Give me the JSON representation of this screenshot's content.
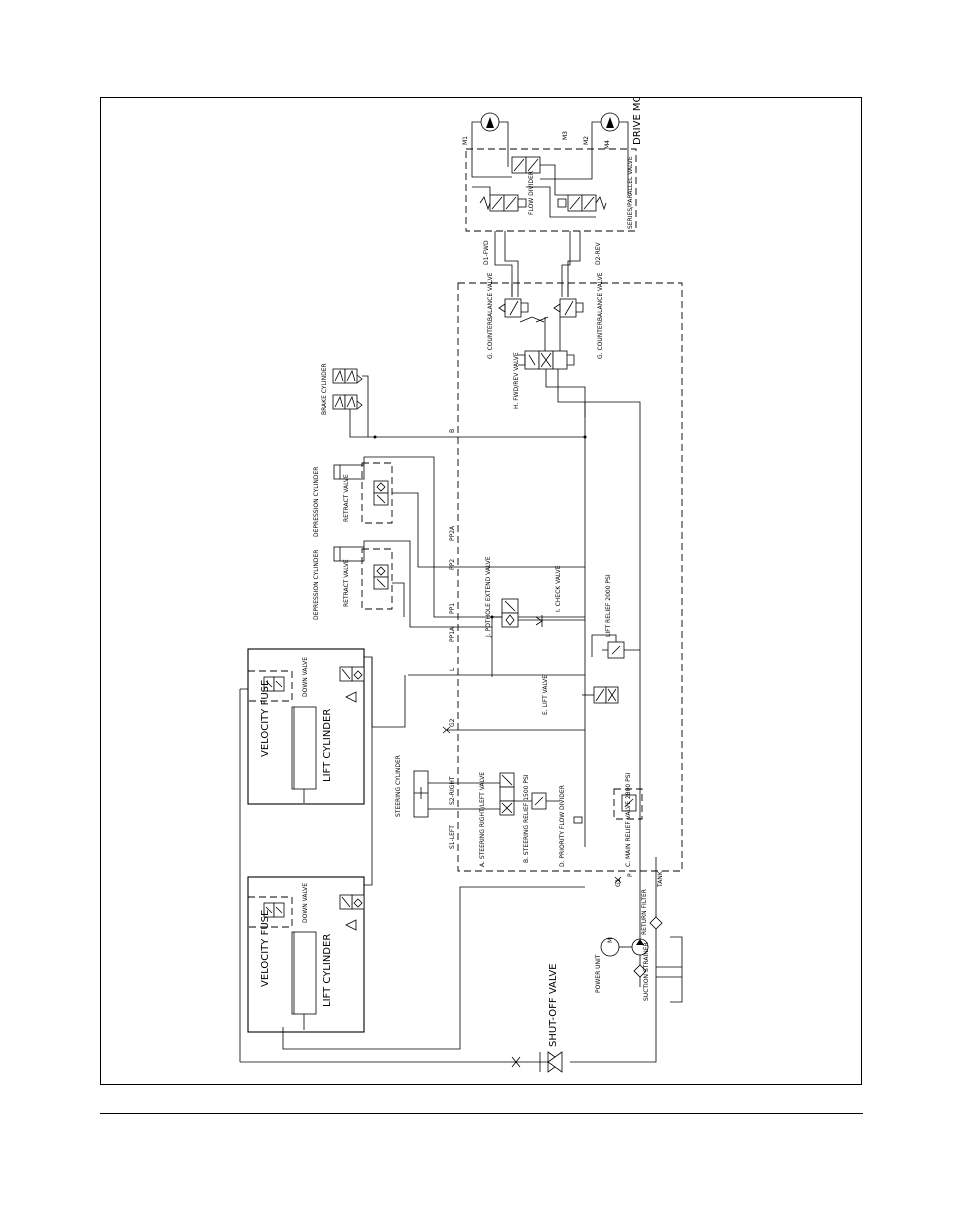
{
  "labels": {
    "m1": "M1",
    "m3": "M3",
    "m2": "M2",
    "m4": "M4",
    "drive_motors": "DRIVE MOTORS",
    "flow_divider": "FLOW DIVIDER",
    "series_parallel_valve": "SERIES/PARALLEL VALVE",
    "d1_fwd": "D1-FWD",
    "d2_rev": "D2-REV",
    "g_counterbalance_1": "G. COUNTERBALANCE VALVE",
    "g_counterbalance_2": "G. COUNTERBALANCE VALVE",
    "h_fwd_rev": "H. FWD/REV VALVE",
    "brake_cylinder": "BRAKE CYLINDER",
    "port_b": "B",
    "depression_cyl_1": "DEPRESSION CYLINDER",
    "depression_cyl_2": "DEPRESSION CYLINDER",
    "retract_valve_1": "RETRACT VALVE",
    "retract_valve_2": "RETRACT VALVE",
    "pp2a": "PP2A",
    "pp2": "PP2",
    "pp1": "PP1",
    "pp1a": "PP1A",
    "j_pothole": "J. POTHOLE EXTEND VALVE",
    "i_check": "I. CHECK VALVE",
    "lift_relief": "LIFT RELIEF 2000 PSI",
    "port_l": "L",
    "e_lift": "E. LIFT VALVE",
    "g2": "G2",
    "velocity_fuse_1": "VELOCITY FUSE",
    "velocity_fuse_2": "VELOCITY FUSE",
    "down_valve_1": "DOWN VALVE",
    "down_valve_2": "DOWN VALVE",
    "lift_cylinder_1": "LIFT CYLINDER",
    "lift_cylinder_2": "LIFT CYLINDER",
    "steering_cylinder": "STEERING CYLINDER",
    "s2_right": "S2-RIGHT",
    "s1_left": "S1-LEFT",
    "a_steering": "A. STEERING RIGHT/LEFT VALVE",
    "b_steering_relief": "B. STEERING RELIEF 1500 PSI",
    "d_priority": "D. PRIORITY FLOW DIVIDER",
    "c_main_relief": "C. MAIN RELIEF VALVE 2800 PSI",
    "g1": "G1",
    "port_p": "P",
    "tank": "TANK",
    "return_filter": "RETURN FILTER",
    "power_unit": "POWER UNIT",
    "motor_m": "M",
    "suction_strainer": "SUCTION STRAINER",
    "shut_off_valve": "SHUT-OFF VALVE"
  }
}
